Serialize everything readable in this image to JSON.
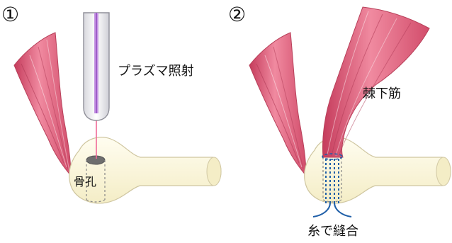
{
  "panels": [
    {
      "number": "①",
      "label_procedure": "プラズマ照射",
      "label_hole": "骨孔"
    },
    {
      "number": "②",
      "label_muscle": "棘下筋",
      "label_suture": "糸で縫合"
    }
  ],
  "colors": {
    "muscle": "#e0627a",
    "muscle_light": "#f29aab",
    "muscle_stripe": "#c23f5a",
    "bone": "#fbf6d9",
    "bone_outline": "#c9c19c",
    "needle": "#eeeef2",
    "needle_core": "#b47ad6",
    "beam": "#f08aa8",
    "suture": "#1f5fa8"
  },
  "icons": {
    "plasma_probe": "probe-icon",
    "bone": "humerus-icon",
    "muscle": "muscle-icon"
  }
}
